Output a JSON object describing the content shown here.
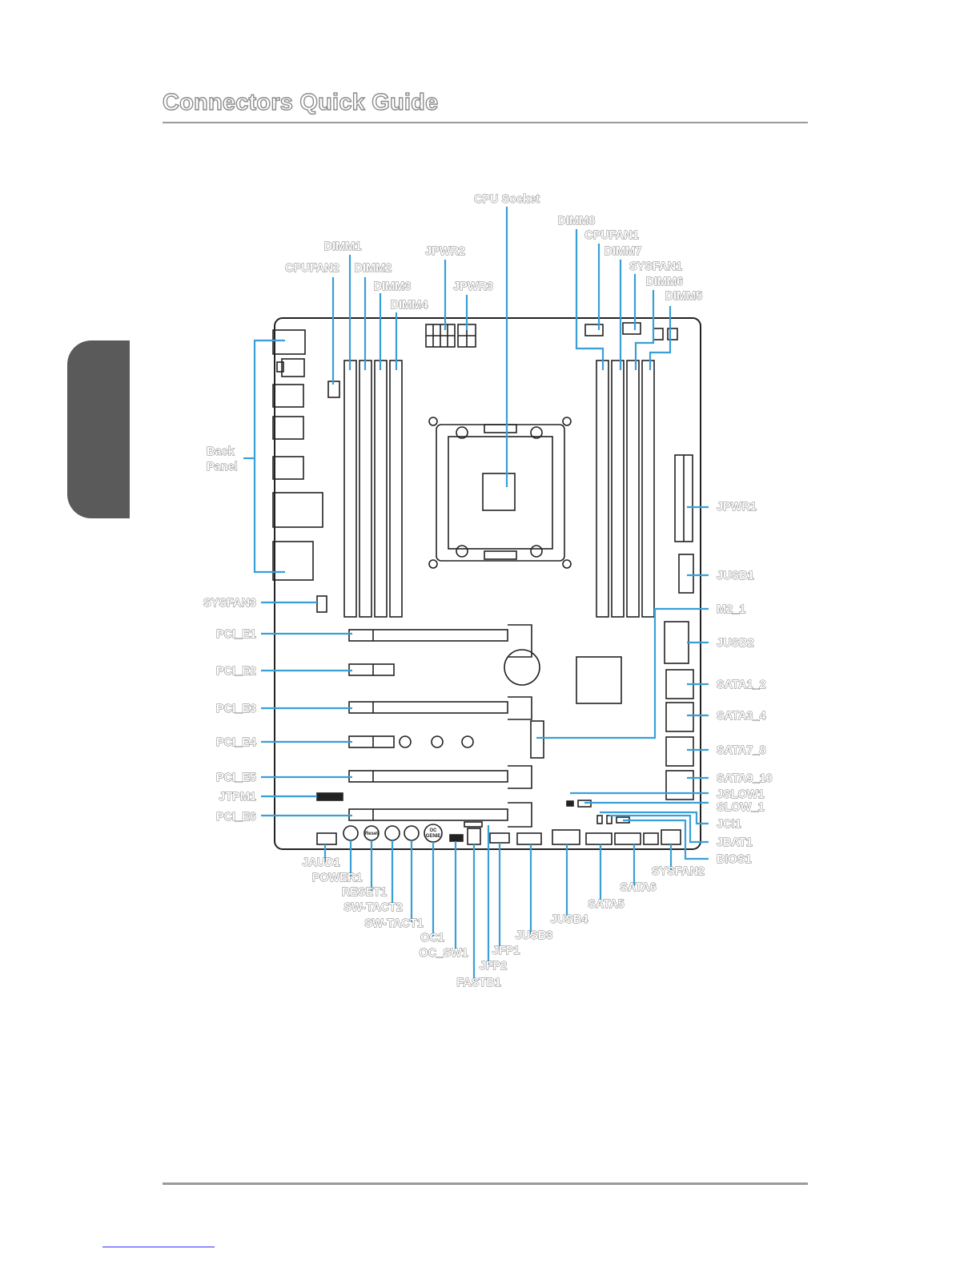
{
  "page": {
    "title": "Connectors Quick Guide"
  },
  "colors": {
    "leader": "#3a9fd6",
    "board": "#222222",
    "title_outline": "#8c8c8c",
    "rule": "#9a9a9a",
    "tab": "#5a5a5a"
  },
  "labels": {
    "cpu_socket": "CPU Socket",
    "dimm1": "DIMM1",
    "dimm2": "DIMM2",
    "dimm3": "DIMM3",
    "dimm4": "DIMM4",
    "dimm5": "DIMM5",
    "dimm6": "DIMM6",
    "dimm7": "DIMM7",
    "dimm8": "DIMM8",
    "cpufan1": "CPUFAN1",
    "cpufan2": "CPUFAN2",
    "sysfan1": "SYSFAN1",
    "sysfan2": "SYSFAN2",
    "sysfan3": "SYSFAN3",
    "jpwr1": "JPWR1",
    "jpwr2": "JPWR2",
    "jpwr3": "JPWR3",
    "back": "Back",
    "panel": "Panel",
    "pci_e1": "PCI_E1",
    "pci_e2": "PCI_E2",
    "pci_e3": "PCI_E3",
    "pci_e4": "PCI_E4",
    "pci_e5": "PCI_E5",
    "pci_e6": "PCI_E6",
    "jtpm1": "JTPM1",
    "jusb1": "JUSB1",
    "jusb2": "JUSB2",
    "jusb3": "JUSB3",
    "jusb4": "JUSB4",
    "m2_1": "M2_1",
    "sata1_2": "SATA1_2",
    "sata3_4": "SATA3_4",
    "sata7_8": "SATA7_8",
    "sata9_10": "SATA9_10",
    "sata5": "SATA5",
    "sata6": "SATA6",
    "jslow1": "JSLOW1",
    "slow_1": "SLOW_1",
    "jci1": "JCI1",
    "jbat1": "JBAT1",
    "bios1": "BIOS1",
    "jaud1": "JAUD1",
    "power1": "POWER1",
    "reset1": "RESET1",
    "sw_tact2": "SW-TACT2",
    "sw_tact1": "SW-TACT1",
    "oc1": "OC1",
    "oc_sw1": "OC_SW1",
    "jfp1": "JFP1",
    "jfp2": "JFP2",
    "fastb1": "FASTB1"
  },
  "board_marks": {
    "reset": "Reset",
    "oc": "OC",
    "genie": "GENIE"
  }
}
